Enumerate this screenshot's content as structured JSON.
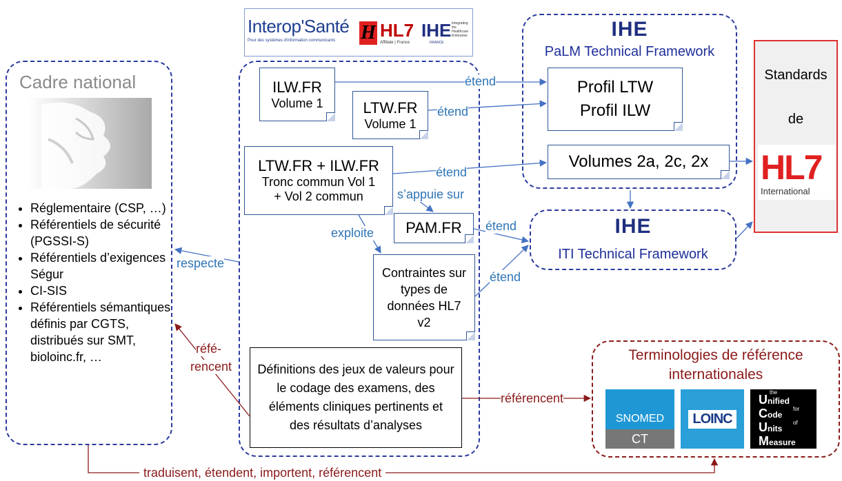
{
  "logos": {
    "interop": "Interop'Santé",
    "interop_sub": "Pour des systèmes d'information communicants",
    "hl7_small": "HL7",
    "hl7_small_sub": "Affiliate | France",
    "ihe_small": "IHE",
    "ihe_small_sub": "Integrating the Healthcare Enterprise",
    "ihe_france": "FRANCE"
  },
  "cadre": {
    "title": "Cadre national",
    "items": [
      "Réglementaire (CSP, …)",
      "Référentiels de sécurité (PGSSI-S)",
      "Référentiels d’exigences Ségur",
      "CI-SIS",
      "Référentiels sémantiques définis par CGTS, distribués sur SMT, bioloinc.fr, …"
    ]
  },
  "docs": {
    "ilw_title": "ILW.FR",
    "ilw_sub": "Volume 1",
    "ltw_title": "LTW.FR",
    "ltw_sub": "Volume 1",
    "common_title": "LTW.FR + ILW.FR",
    "common_sub1": "Tronc commun Vol 1",
    "common_sub2": "+ Vol 2 commun",
    "pam": "PAM.FR",
    "contraintes": "Contraintes sur types de données HL7 v2"
  },
  "definitions": "Définitions des jeux de valeurs pour le codage des examens, des éléments cliniques pertinents et des résultats d’analyses",
  "palm": {
    "ihe": "IHE",
    "title": "PaLM Technical Framework",
    "profil_ltw": "Profil LTW",
    "profil_ilw": "Profil ILW",
    "volumes": "Volumes 2a, 2c, 2x"
  },
  "iti": {
    "ihe": "IHE",
    "title": "ITI Technical Framework"
  },
  "standards": {
    "line1": "Standards",
    "line2": "de",
    "logo": "HL7",
    "logo_sub": "International"
  },
  "terminologies": {
    "title": "Terminologies de référence internationales",
    "snomed": "SNOMED",
    "snomed_ct": "CT",
    "loinc": "LOINC",
    "ucum_u": "nified",
    "ucum_c": "ode",
    "ucum_un": "nits",
    "ucum_m": "easure",
    "ucum_the": "the",
    "ucum_for": "for",
    "ucum_of": "of"
  },
  "labels": {
    "etend": "étend",
    "appuie": "s’appuie sur",
    "exploite": "exploite",
    "respecte": "respecte",
    "referencent_split1": "réfé-",
    "referencent_split2": "rencent",
    "referencent": "référencent",
    "bottom": "traduisent, étendent, importent, référencent"
  },
  "colors": {
    "dash_blue": "#2a3a9e",
    "doc_border": "#2f5597",
    "label_blue": "#2e75b6",
    "dark_red": "#8b1a1a",
    "hl7_red": "#e02020",
    "snomed_blue": "#1f97d4",
    "loinc_blue": "#2a9fd8"
  }
}
